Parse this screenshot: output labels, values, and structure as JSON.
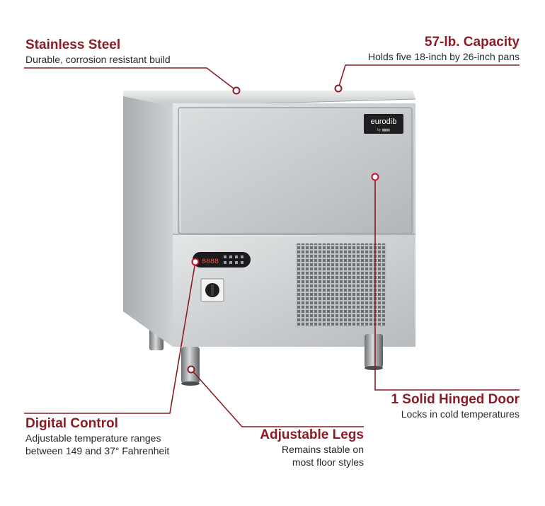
{
  "brand": {
    "logo_text": "eurodib",
    "logo_sub": "by ▮▮▮▮"
  },
  "display": {
    "readout": "8888"
  },
  "callouts": {
    "steel": {
      "title": "Stainless Steel",
      "desc": "Durable, corrosion resistant build"
    },
    "capacity": {
      "title": "57-lb. Capacity",
      "desc": "Holds five 18-inch by 26-inch pans"
    },
    "door": {
      "title": "1 Solid Hinged Door",
      "desc": "Locks in cold temperatures"
    },
    "control": {
      "title": "Digital Control",
      "desc_line1": "Adjustable temperature ranges",
      "desc_line2": "between 149 and 37° Fahrenheit"
    },
    "legs": {
      "title": "Adjustable Legs",
      "desc_line1": "Remains stable on",
      "desc_line2": "most floor styles"
    }
  },
  "colors": {
    "accent": "#8a1c26",
    "marker": "#c8102e",
    "steel": "#c9ccce",
    "panel": "#1b1b1d"
  }
}
